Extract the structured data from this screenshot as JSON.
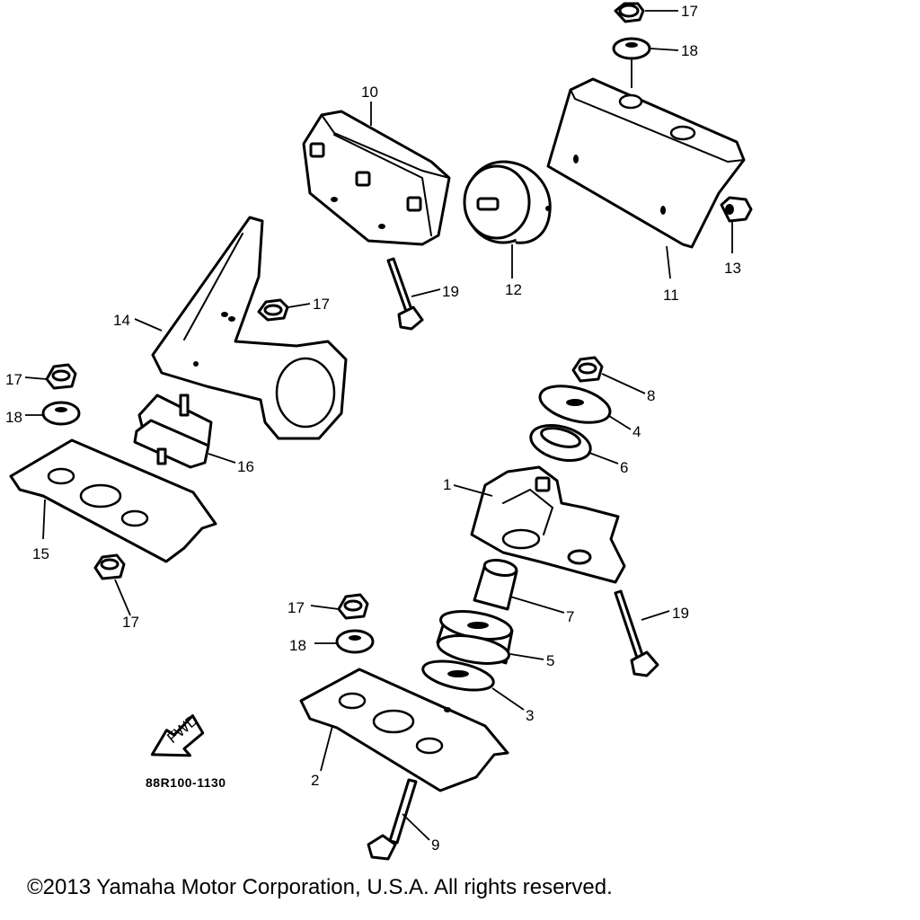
{
  "diagram": {
    "part_code": "88R100-1130",
    "fwd_label": "FWD",
    "copyright": "©2013 Yamaha Motor Corporation, U.S.A. All rights reserved.",
    "callouts": {
      "c1": "1",
      "c2": "2",
      "c3": "3",
      "c4": "4",
      "c5": "5",
      "c6": "6",
      "c7": "7",
      "c8": "8",
      "c9": "9",
      "c10": "10",
      "c11": "11",
      "c12": "12",
      "c13": "13",
      "c14": "14",
      "c15": "15",
      "c16": "16",
      "c17a": "17",
      "c17b": "17",
      "c17c": "17",
      "c17d": "17",
      "c17e": "17",
      "c18a": "18",
      "c18b": "18",
      "c18c": "18",
      "c19a": "19",
      "c19b": "19"
    }
  }
}
